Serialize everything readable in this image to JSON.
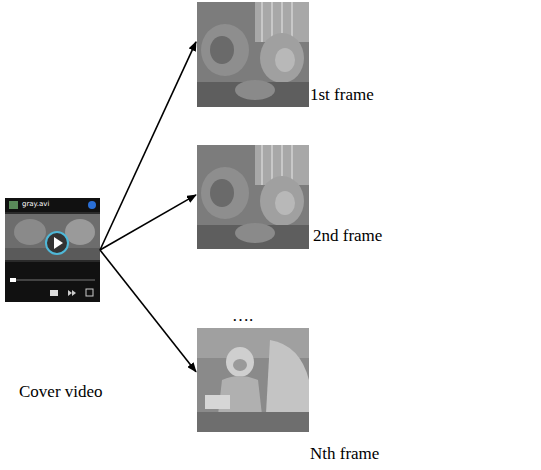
{
  "diagram": {
    "nodes": [
      {
        "text": [
          "Cover video"
        ]
      },
      {
        "text": [
          "1st frame"
        ]
      },
      {
        "text": [
          "2nd frame"
        ]
      },
      {
        "text": [
          "Nth frame"
        ]
      }
    ],
    "edges": [
      {
        "from": 0,
        "to": 1,
        "arrow": "to"
      },
      {
        "from": 0,
        "to": 2,
        "arrow": "to"
      },
      {
        "from": 0,
        "to": 3,
        "arrow": "to"
      }
    ],
    "labels": [
      "gray.avi",
      "…."
    ]
  }
}
